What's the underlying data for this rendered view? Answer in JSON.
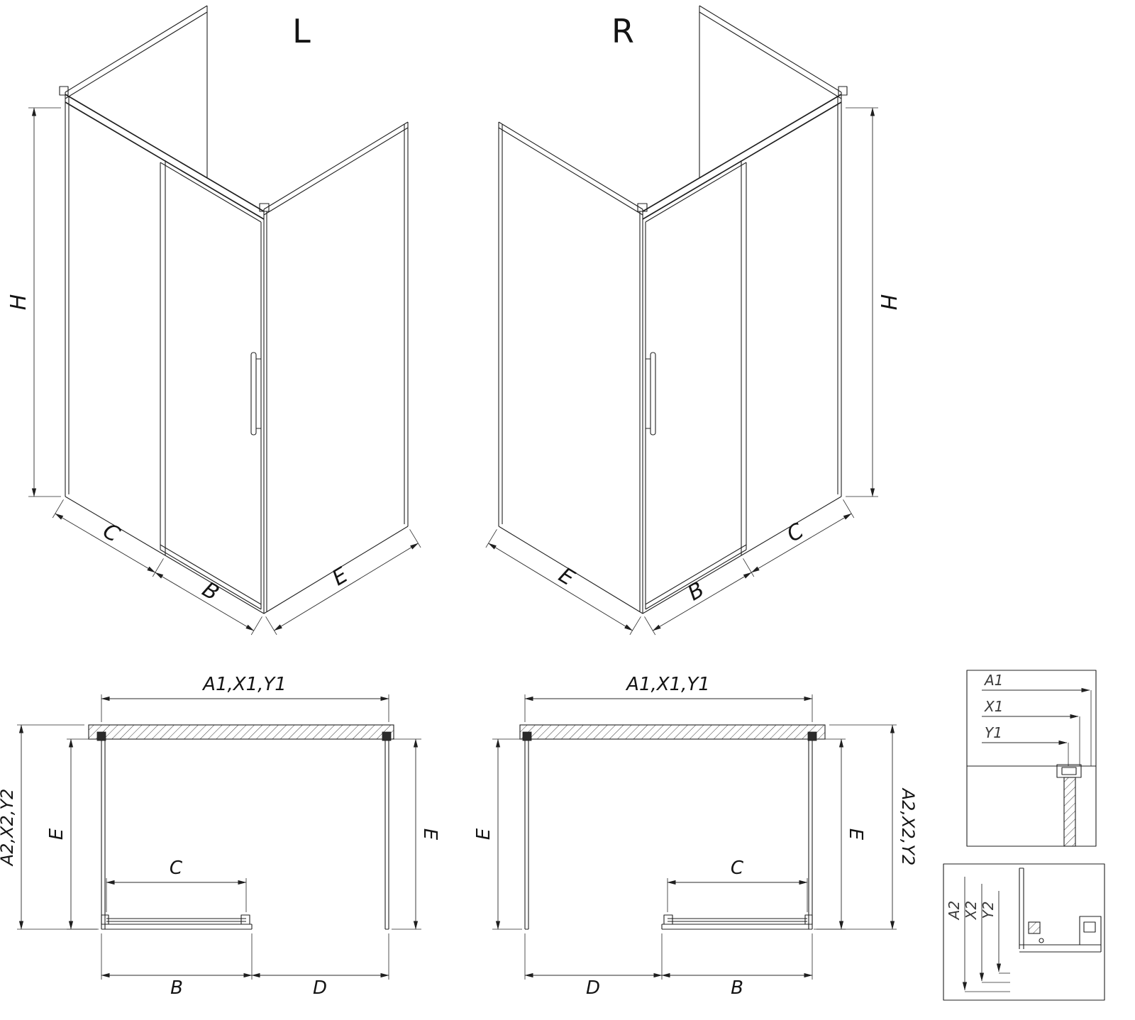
{
  "ink": "#1f1f1f",
  "iso_left": {
    "title": "L",
    "dim_height": "H",
    "dim_panel": "C",
    "dim_door": "B",
    "dim_side": "E"
  },
  "iso_right": {
    "title": "R",
    "dim_height": "H",
    "dim_panel": "C",
    "dim_door": "B",
    "dim_side": "E"
  },
  "plan_left": {
    "dim_width": "A1,X1,Y1",
    "dim_depth": "A2,X2,Y2",
    "dim_side_left": "E",
    "dim_side_right": "E",
    "dim_door_glass": "C",
    "dim_door_module": "B",
    "dim_entry": "D"
  },
  "plan_right": {
    "dim_width": "A1,X1,Y1",
    "dim_depth": "A2,X2,Y2",
    "dim_side_left": "E",
    "dim_side_right": "E",
    "dim_door_glass": "C",
    "dim_door_module": "B",
    "dim_entry": "D"
  },
  "detail_wall_profile": {
    "labels": [
      "A1",
      "X1",
      "Y1"
    ]
  },
  "detail_bottom_rail": {
    "labels": [
      "A2",
      "X2",
      "Y2"
    ]
  }
}
